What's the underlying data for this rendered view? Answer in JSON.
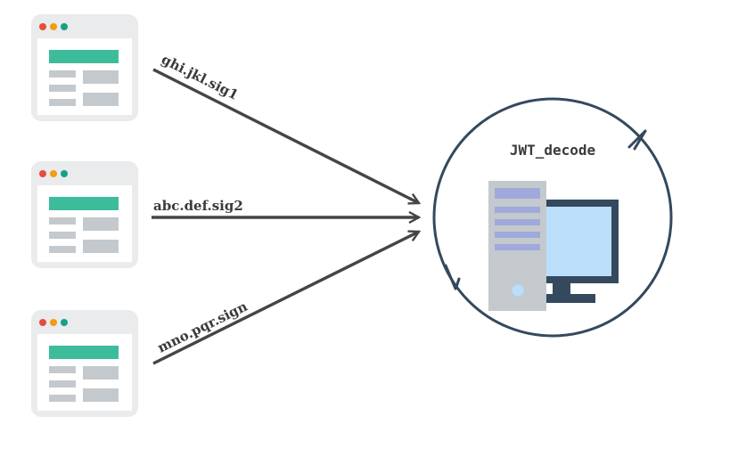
{
  "server": {
    "title": "JWT_decode",
    "icon": "computer-server-icon"
  },
  "clients": [
    {
      "icon": "browser-window-icon",
      "token": "ghi.jkl.sig1"
    },
    {
      "icon": "browser-window-icon",
      "token": "abc.def.sig2"
    },
    {
      "icon": "browser-window-icon",
      "token": "mno.pqr.sign"
    }
  ],
  "colors": {
    "window_frame": "#E9EBEC",
    "window_body": "#FFFFFF",
    "header_bar": "#3DBC9C",
    "block": "#C4C9CD",
    "dot_red": "#E74C3C",
    "dot_orange": "#F39C12",
    "dot_green": "#16A085",
    "arrow": "#454545",
    "circle": "#34495E",
    "tower": "#C4C9CD",
    "tower_slot": "#9FA9DB",
    "monitor_frame": "#34495E",
    "monitor_screen": "#BBDEFB",
    "power_button": "#BBDEFB"
  }
}
